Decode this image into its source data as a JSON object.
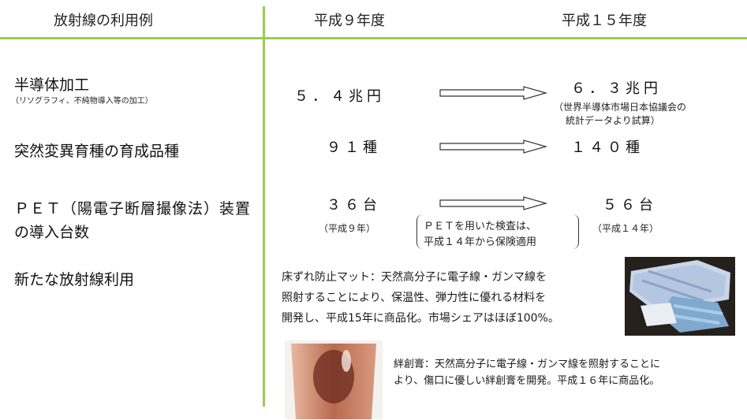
{
  "header": {
    "col1": "放射線の利用例",
    "col2": "平成９年度",
    "col3": "平成１５年度"
  },
  "rows": {
    "semiconductor": {
      "label": "半導体加工",
      "sublabel": "（リソグラフィ、不純物導入等の加工）",
      "value_h9": "５．４兆円",
      "value_h15": "６．３兆円",
      "note_line1": "（世界半導体市場日本協議会の",
      "note_line2": "統計データより試算）"
    },
    "breeding": {
      "label": "突然変異育種の育成品種",
      "value_h9": "９１種",
      "value_h15": "１４０種"
    },
    "pet": {
      "label_line1": "ＰＥＴ（陽電子断層撮像法）装置",
      "label_line2": "の導入台数",
      "value_h9": "３６台",
      "value_h15": "５６台",
      "year_h9": "（平成９年）",
      "year_h15": "（平成１４年）",
      "insurance_line1": "ＰＥＴを用いた検査は、",
      "insurance_line2": "平成１４年から保険適用"
    },
    "new_uses": {
      "label": "新たな放射線利用",
      "mat_line1": "床ずれ防止マット：天然高分子に電子線・ガンマ線を",
      "mat_line2": "照射することにより、保温性、弾力性に優れる材料を",
      "mat_line3": "開発し、平成15年に商品化。市場シェアはほぼ100%。",
      "plaster_line1": "絆創膏：天然高分子に電子線・ガンマ線を照射することに",
      "plaster_line2": "より、傷口に優しい絆創膏を開発。平成１６年に商品化。"
    }
  },
  "colors": {
    "divider": "#9ccb53",
    "arrow_fill": "#ffffff",
    "arrow_stroke": "#333333"
  }
}
